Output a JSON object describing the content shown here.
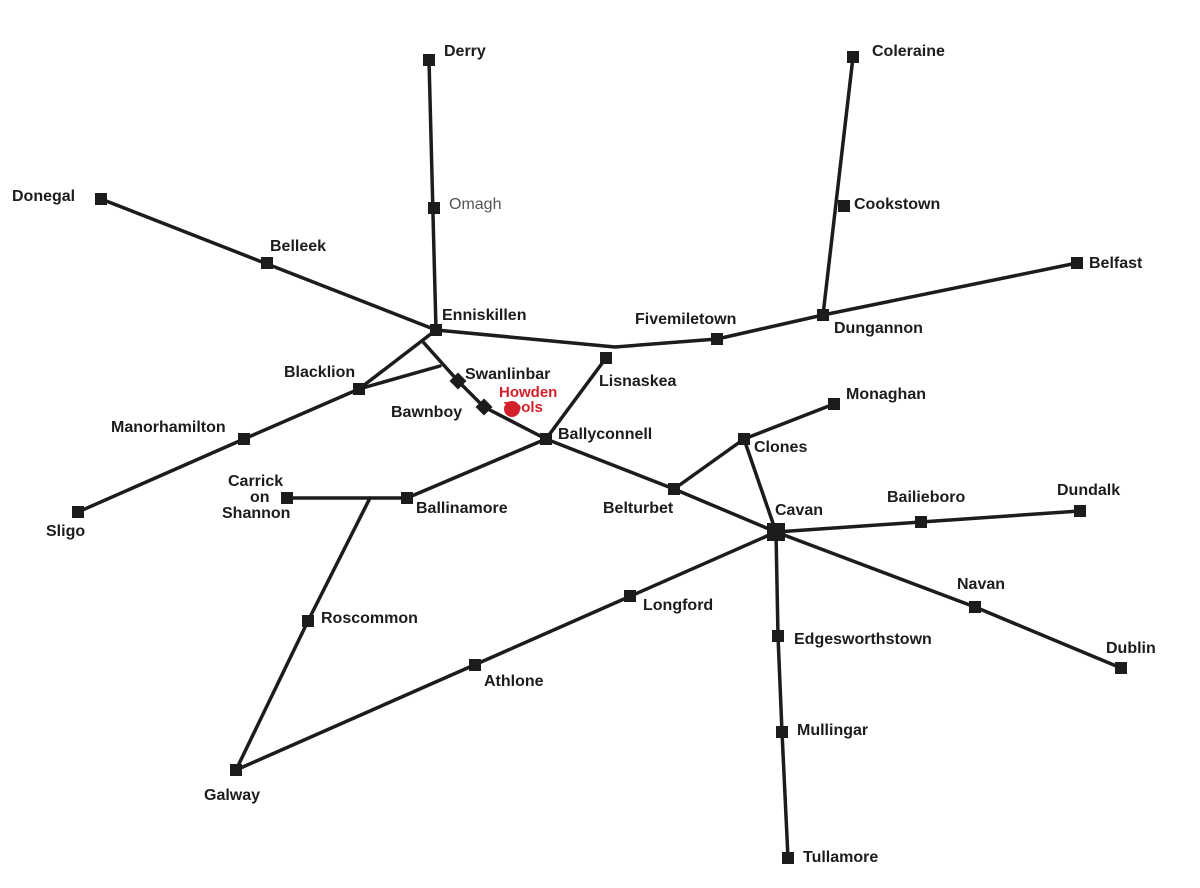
{
  "colors": {
    "road": "#1c1c1c",
    "town": "#1c1c1c",
    "highlight": "#d4202a",
    "muted": "#555555"
  },
  "towns": {
    "derry": "Derry",
    "coleraine": "Coleraine",
    "omagh": "Omagh",
    "cookstown": "Cookstown",
    "donegal": "Donegal",
    "belleek": "Belleek",
    "belfast": "Belfast",
    "enniskillen": "Enniskillen",
    "fivemiletown": "Fivemiletown",
    "dungannon": "Dungannon",
    "blacklion": "Blacklion",
    "swanlinbar": "Swanlinbar",
    "lisnaskea": "Lisnaskea",
    "monaghan": "Monaghan",
    "bawnboy": "Bawnboy",
    "manorhamilton": "Manorhamilton",
    "ballyconnell": "Ballyconnell",
    "clones": "Clones",
    "carrick_line1": "Carrick",
    "carrick_line2": "on",
    "carrick_line3": "Shannon",
    "ballinamore": "Ballinamore",
    "belturbet": "Belturbet",
    "cavan": "Cavan",
    "bailieboro": "Bailieboro",
    "dundalk": "Dundalk",
    "sligo": "Sligo",
    "roscommon": "Roscommon",
    "longford": "Longford",
    "navan": "Navan",
    "edgesworthstown": "Edgesworthstown",
    "dublin": "Dublin",
    "athlone": "Athlone",
    "mullingar": "Mullingar",
    "galway": "Galway",
    "tullamore": "Tullamore"
  },
  "location": {
    "line1": "Howden",
    "line2": "Tools"
  }
}
